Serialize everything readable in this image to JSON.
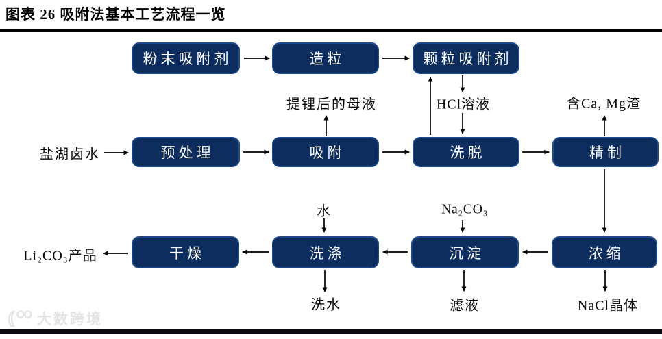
{
  "title": "图表 26 吸附法基本工艺流程一览",
  "colors": {
    "box_fill": "#0e2d5f",
    "box_border": "#1d4a8c",
    "box_text": "#ffffff",
    "arrow": "#000000",
    "title_text": "#000000",
    "title_rule": "#000000",
    "bottom_bar": "#0b0b16",
    "watermark": "#e2e2e2"
  },
  "flowchart": {
    "nodes": {
      "powder_adsorbent": "粉末吸附剂",
      "granulation": "造粒",
      "granular_adsorbent": "颗粒吸附剂",
      "pretreatment": "预处理",
      "adsorption": "吸附",
      "elution": "洗脱",
      "refining": "精制",
      "drying": "干燥",
      "washing": "洗涤",
      "precipitation": "沉淀",
      "concentration": "浓缩"
    },
    "labels": {
      "brine": "盐湖卤水",
      "mother_liquor": "提锂后的母液",
      "hcl": "HCl溶液",
      "ca_mg_slag": "含Ca, Mg渣",
      "water": "水",
      "na2co3": "Na₂CO₃",
      "product": "Li₂CO₃产品",
      "wash_water": "洗水",
      "filtrate": "滤液",
      "nacl_crystal": "NaCl晶体"
    },
    "edges": [
      {
        "from": "粉末吸附剂",
        "to": "造粒"
      },
      {
        "from": "造粒",
        "to": "颗粒吸附剂"
      },
      {
        "from": "盐湖卤水",
        "to": "预处理"
      },
      {
        "from": "预处理",
        "to": "吸附"
      },
      {
        "from": "吸附",
        "to": "洗脱"
      },
      {
        "from": "洗脱",
        "to": "精制"
      },
      {
        "from": "吸附",
        "to": "提锂后的母液"
      },
      {
        "from": "洗脱",
        "to": "颗粒吸附剂"
      },
      {
        "from": "颗粒吸附剂",
        "to": "HCl溶液"
      },
      {
        "from": "HCl溶液",
        "to": "洗脱"
      },
      {
        "from": "精制",
        "to": "含Ca, Mg渣"
      },
      {
        "from": "精制",
        "to": "浓缩"
      },
      {
        "from": "浓缩",
        "to": "沉淀"
      },
      {
        "from": "Na₂CO₃",
        "to": "沉淀"
      },
      {
        "from": "水",
        "to": "洗涤"
      },
      {
        "from": "沉淀",
        "to": "洗涤"
      },
      {
        "from": "洗涤",
        "to": "干燥"
      },
      {
        "from": "干燥",
        "to": "Li₂CO₃产品"
      },
      {
        "from": "洗涤",
        "to": "洗水"
      },
      {
        "from": "沉淀",
        "to": "滤液"
      },
      {
        "from": "浓缩",
        "to": "NaCl晶体"
      }
    ]
  },
  "watermark": {
    "brand": "大数跨境"
  }
}
